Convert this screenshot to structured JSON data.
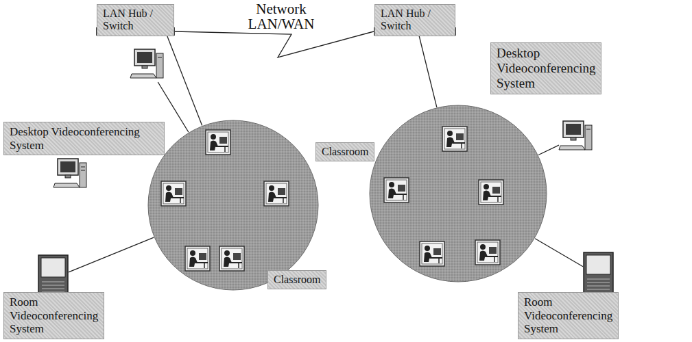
{
  "diagram": {
    "nodes": [
      {
        "text": [
          "LAN Hub / Switch"
        ]
      },
      {
        "text": [
          "LAN Hub / Switch"
        ]
      },
      {
        "text": [
          "Classroom"
        ]
      },
      {
        "text": [
          "Classroom"
        ]
      },
      {
        "text": [
          "Desktop Videoconferencing System"
        ]
      },
      {
        "text": [
          "Room Videoconferencing System"
        ]
      },
      {
        "text": [
          "Desktop Videoconferencing System"
        ]
      },
      {
        "text": [
          "Room Videoconferencing System"
        ]
      }
    ],
    "edges": [
      {
        "from": 0,
        "to": 1,
        "label": "Network LAN/WAN",
        "arrow": "none"
      },
      {
        "from": 0,
        "to": 2,
        "arrow": "none"
      },
      {
        "from": 1,
        "to": 3,
        "arrow": "none"
      },
      {
        "from": 4,
        "to": 2,
        "arrow": "none"
      },
      {
        "from": 5,
        "to": 2,
        "arrow": "none"
      },
      {
        "from": 6,
        "to": 3,
        "arrow": "none"
      },
      {
        "from": 7,
        "to": 3,
        "arrow": "none"
      }
    ]
  }
}
